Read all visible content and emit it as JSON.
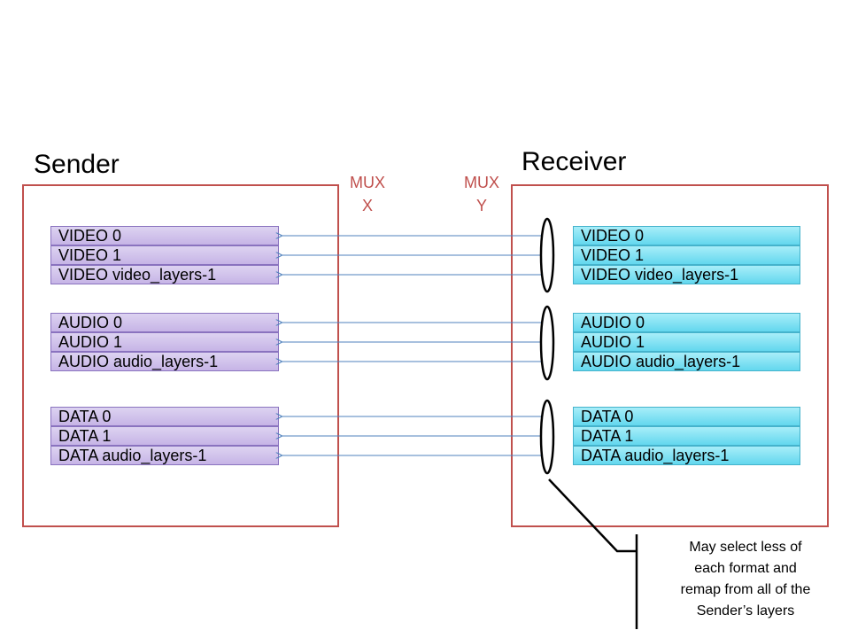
{
  "sender": {
    "title": "Sender",
    "layers": [
      "VIDEO 0",
      "VIDEO 1",
      "VIDEO video_layers-1",
      "AUDIO 0",
      "AUDIO 1",
      "AUDIO audio_layers-1",
      "DATA 0",
      "DATA 1",
      "DATA audio_layers-1"
    ]
  },
  "receiver": {
    "title": "Receiver",
    "layers": [
      "VIDEO 0",
      "VIDEO 1",
      "VIDEO video_layers-1",
      "AUDIO 0",
      "AUDIO 1",
      "AUDIO audio_layers-1",
      "DATA 0",
      "DATA 1",
      "DATA audio_layers-1"
    ]
  },
  "mux_x": {
    "line1": "MUX",
    "line2": "X"
  },
  "mux_y": {
    "line1": "MUX",
    "line2": "Y"
  },
  "note": {
    "line1": "May select  less of",
    "line2": "each format   and",
    "line3": "remap from all of the",
    "line4": "Sender’s layers"
  },
  "colors": {
    "panel_border": "#c0504d",
    "mux_text": "#c0504d",
    "sender_layer": "#c6b4e6",
    "receiver_layer": "#63d7ee",
    "arrow": "#4f81bd"
  }
}
